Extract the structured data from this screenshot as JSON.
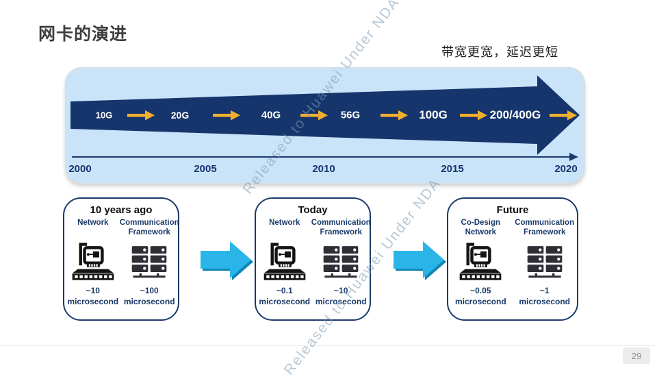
{
  "slide": {
    "title": "网卡的演进",
    "subtitle": "带宽更宽，延迟更短",
    "watermark": "Released to Huawei Under NDA",
    "page_number": "29"
  },
  "timeline": {
    "speeds": [
      "10G",
      "20G",
      "40G",
      "56G",
      "100G",
      "200/400G"
    ],
    "years": [
      "2000",
      "2005",
      "2010",
      "2015",
      "2020"
    ],
    "colors": {
      "panel_bg": "#c9e4f8",
      "big_arrow": "#17356d",
      "speed_arrow": "#f3b02c",
      "era_arrow": "#2ab5e9"
    }
  },
  "eras": [
    {
      "title": "10 years ago",
      "columns": [
        {
          "header": "Network",
          "icon": "nic-switch-icon",
          "latency_value": "~10",
          "latency_unit": "microsecond"
        },
        {
          "header": "Communication Framework",
          "icon": "server-rack-icon",
          "latency_value": "~100",
          "latency_unit": "microsecond"
        }
      ]
    },
    {
      "title": "Today",
      "columns": [
        {
          "header": "Network",
          "icon": "nic-switch-icon",
          "latency_value": "~0.1",
          "latency_unit": "microsecond"
        },
        {
          "header": "Communication Framework",
          "icon": "server-rack-icon",
          "latency_value": "~10",
          "latency_unit": "microsecond"
        }
      ]
    },
    {
      "title": "Future",
      "columns": [
        {
          "header": "Co-Design Network",
          "icon": "nic-switch-icon",
          "latency_value": "~0.05",
          "latency_unit": "microsecond"
        },
        {
          "header": "Communication Framework",
          "icon": "server-rack-icon",
          "latency_value": "~1",
          "latency_unit": "microsecond"
        }
      ]
    }
  ]
}
